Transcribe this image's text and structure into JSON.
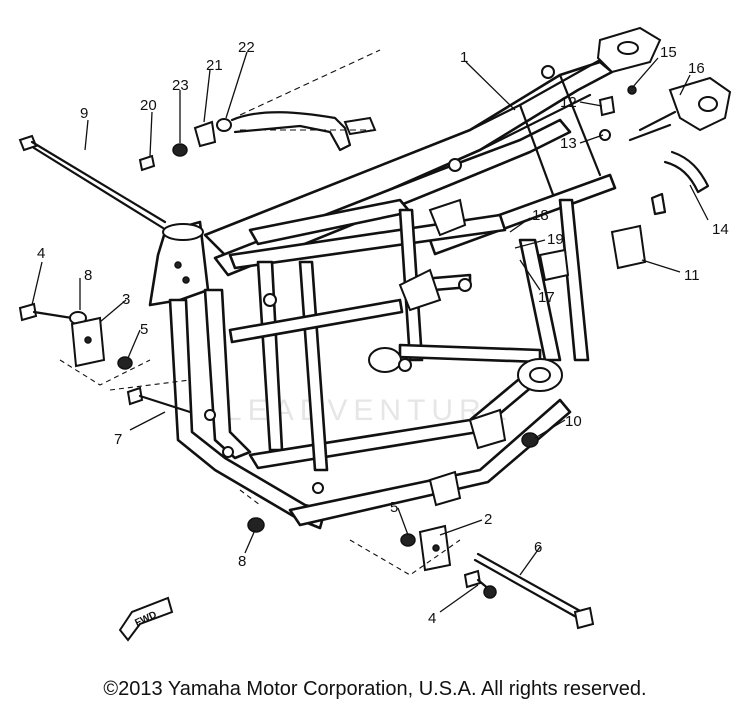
{
  "callouts": [
    "1",
    "2",
    "3",
    "4",
    "4",
    "5",
    "5",
    "6",
    "7",
    "8",
    "8",
    "9",
    "10",
    "11",
    "12",
    "13",
    "14",
    "15",
    "16",
    "17",
    "18",
    "19",
    "20",
    "21",
    "22",
    "23"
  ],
  "fwd_label": "FWD",
  "watermark_text": "LEADVENTURE",
  "copyright": "©2013 Yamaha Motor Corporation, U.S.A. All rights reserved."
}
